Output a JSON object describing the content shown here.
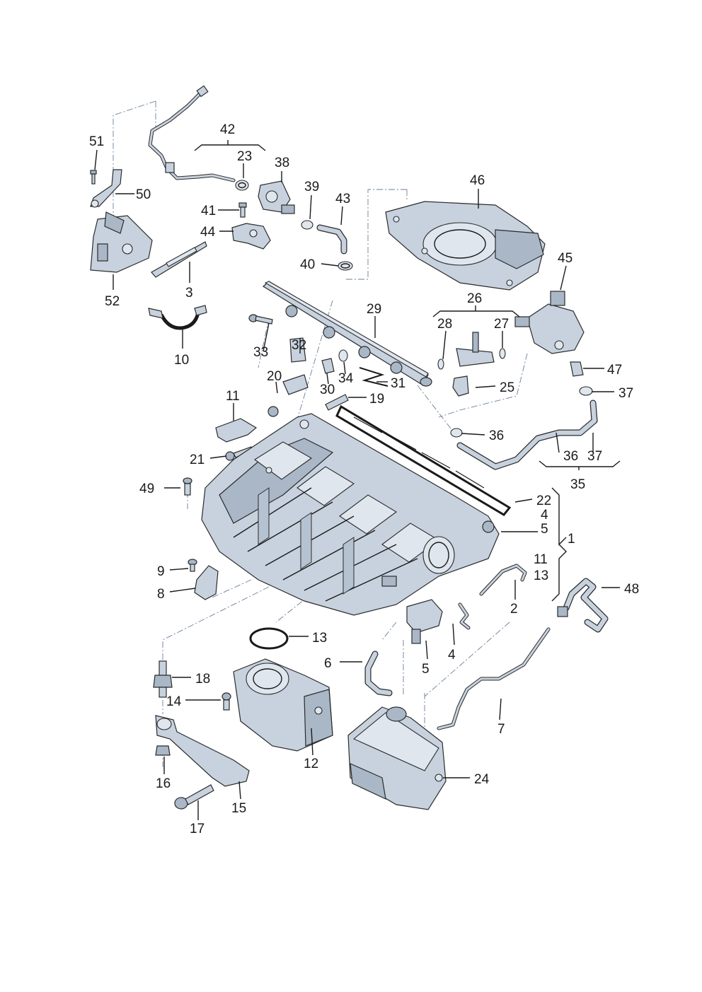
{
  "callouts": [
    {
      "id": "c1",
      "text": "1"
    },
    {
      "id": "c2",
      "text": "2"
    },
    {
      "id": "c3",
      "text": "3"
    },
    {
      "id": "c4a",
      "text": "4"
    },
    {
      "id": "c4b",
      "text": "4"
    },
    {
      "id": "c5a",
      "text": "5"
    },
    {
      "id": "c5b",
      "text": "5"
    },
    {
      "id": "c6",
      "text": "6"
    },
    {
      "id": "c7",
      "text": "7"
    },
    {
      "id": "c8",
      "text": "8"
    },
    {
      "id": "c9",
      "text": "9"
    },
    {
      "id": "c10",
      "text": "10"
    },
    {
      "id": "c11a",
      "text": "11"
    },
    {
      "id": "c11b",
      "text": "11"
    },
    {
      "id": "c12",
      "text": "12"
    },
    {
      "id": "c13a",
      "text": "13"
    },
    {
      "id": "c13b",
      "text": "13"
    },
    {
      "id": "c14",
      "text": "14"
    },
    {
      "id": "c15",
      "text": "15"
    },
    {
      "id": "c16",
      "text": "16"
    },
    {
      "id": "c17",
      "text": "17"
    },
    {
      "id": "c18",
      "text": "18"
    },
    {
      "id": "c19",
      "text": "19"
    },
    {
      "id": "c20",
      "text": "20"
    },
    {
      "id": "c21",
      "text": "21"
    },
    {
      "id": "c22",
      "text": "22"
    },
    {
      "id": "c23",
      "text": "23"
    },
    {
      "id": "c24",
      "text": "24"
    },
    {
      "id": "c25",
      "text": "25"
    },
    {
      "id": "c26",
      "text": "26"
    },
    {
      "id": "c27",
      "text": "27"
    },
    {
      "id": "c28",
      "text": "28"
    },
    {
      "id": "c29",
      "text": "29"
    },
    {
      "id": "c30",
      "text": "30"
    },
    {
      "id": "c31",
      "text": "31"
    },
    {
      "id": "c32",
      "text": "32"
    },
    {
      "id": "c33",
      "text": "33"
    },
    {
      "id": "c34",
      "text": "34"
    },
    {
      "id": "c35",
      "text": "35"
    },
    {
      "id": "c36a",
      "text": "36"
    },
    {
      "id": "c36b",
      "text": "36"
    },
    {
      "id": "c37a",
      "text": "37"
    },
    {
      "id": "c37b",
      "text": "37"
    },
    {
      "id": "c38",
      "text": "38"
    },
    {
      "id": "c39",
      "text": "39"
    },
    {
      "id": "c40",
      "text": "40"
    },
    {
      "id": "c41",
      "text": "41"
    },
    {
      "id": "c42",
      "text": "42"
    },
    {
      "id": "c43",
      "text": "43"
    },
    {
      "id": "c44",
      "text": "44"
    },
    {
      "id": "c45",
      "text": "45"
    },
    {
      "id": "c46",
      "text": "46"
    },
    {
      "id": "c47",
      "text": "47"
    },
    {
      "id": "c48",
      "text": "48"
    },
    {
      "id": "c49",
      "text": "49"
    },
    {
      "id": "c50",
      "text": "50"
    },
    {
      "id": "c51",
      "text": "51"
    },
    {
      "id": "c52",
      "text": "52"
    }
  ]
}
